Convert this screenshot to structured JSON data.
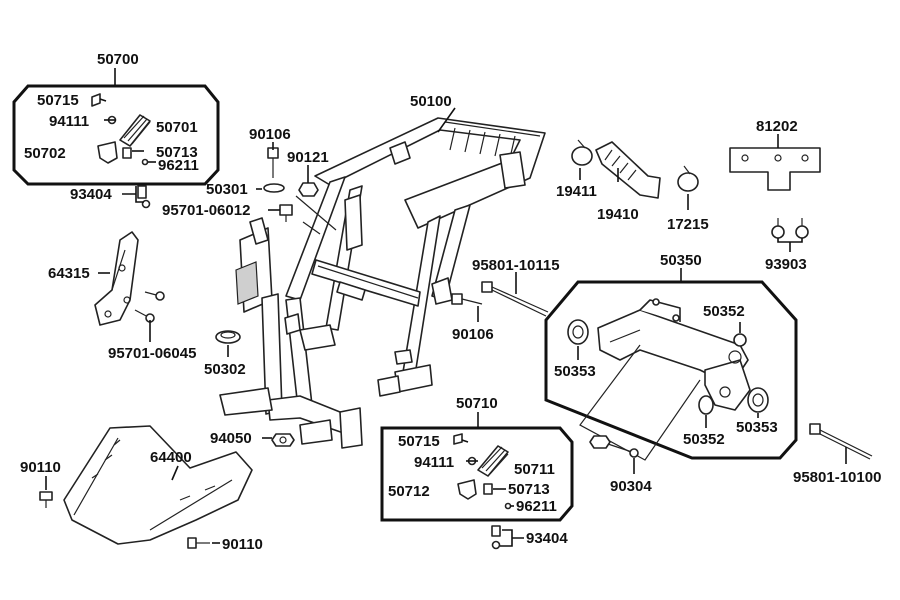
{
  "labels": {
    "l50700": "50700",
    "l50715a": "50715",
    "l94111a": "94111",
    "l50701": "50701",
    "l50702": "50702",
    "l50713a": "50713",
    "l96211a": "96211",
    "l93404a": "93404",
    "l95701a": "95701-06012",
    "l90106a": "90106",
    "l90121": "90121",
    "l50301": "50301",
    "l50100": "50100",
    "l64315": "64315",
    "l95701b": "95701-06045",
    "l50302": "50302",
    "l90110a": "90110",
    "l64400": "64400",
    "l90110b": "90110",
    "l94050": "94050",
    "l19411": "19411",
    "l19410": "19410",
    "l17215": "17215",
    "l81202": "81202",
    "l93903": "93903",
    "l95801a": "95801-10115",
    "l90106b": "90106",
    "l50350": "50350",
    "l50352a": "50352",
    "l50353a": "50353",
    "l50352b": "50352",
    "l50353b": "50353",
    "l90304": "90304",
    "l95801b": "95801-10100",
    "l50710": "50710",
    "l50715b": "50715",
    "l94111b": "94111",
    "l50711": "50711",
    "l50712": "50712",
    "l50713b": "50713",
    "l96211b": "96211",
    "l93404b": "93404"
  }
}
